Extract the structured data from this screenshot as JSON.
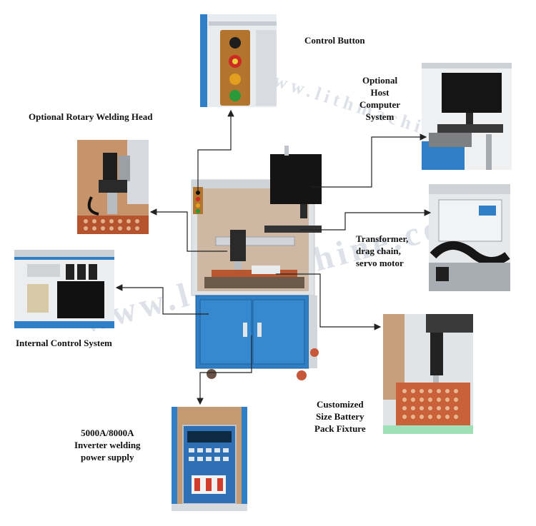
{
  "watermark": "www.lithmachine.com",
  "labels": {
    "control_button": "Control Button",
    "host_computer": [
      "Optional",
      "Host",
      "Computer",
      "System"
    ],
    "rotary_head": "Optional Rotary Welding Head",
    "transformer": [
      "Transformer,",
      "drag chain,",
      "servo motor"
    ],
    "internal_control": "Internal Control System",
    "fixture": [
      "Customized",
      "Size Battery",
      "Pack Fixture"
    ],
    "power_supply": [
      "5000A/8000A",
      "Inverter welding",
      "power supply"
    ]
  },
  "colors": {
    "cabinet_blue": "#2f7fc6",
    "frame_grey": "#d4d8dc",
    "amber_panel": "#b3742e",
    "connector_line": "#222222"
  }
}
